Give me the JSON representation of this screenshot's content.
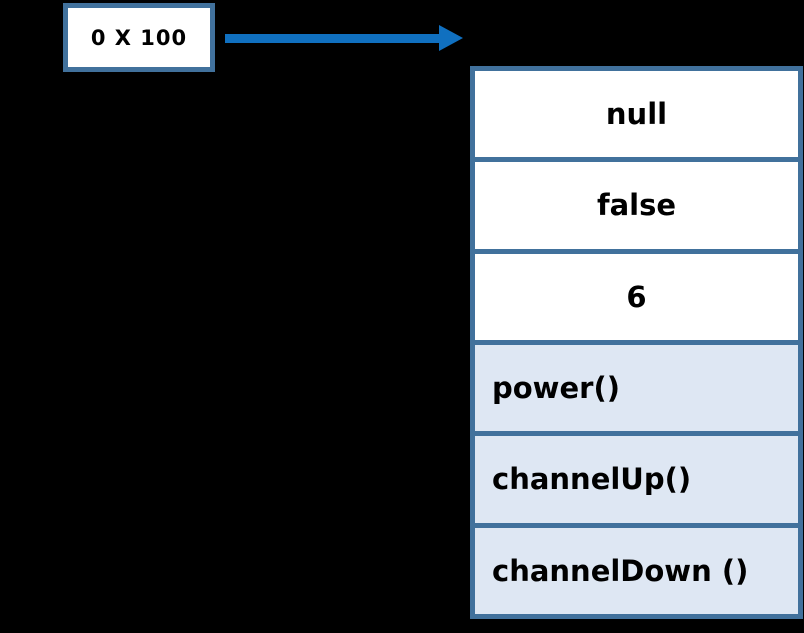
{
  "address_box": {
    "label": "0 X 100"
  },
  "object_table": {
    "rows": [
      {
        "label": "null",
        "kind": "property-value"
      },
      {
        "label": "false",
        "kind": "property-value"
      },
      {
        "label": "6",
        "kind": "property-value"
      },
      {
        "label": "power()",
        "kind": "method"
      },
      {
        "label": "channelUp()",
        "kind": "method"
      },
      {
        "label": "channelDown ()",
        "kind": "method"
      }
    ]
  },
  "colors": {
    "background": "#000000",
    "box_border": "#41719C",
    "table_border": "#41719C",
    "arrow": "#1070C0",
    "property_cell_bg": "#FFFFFF",
    "method_cell_bg": "#DEE7F3",
    "text": "#000000"
  }
}
